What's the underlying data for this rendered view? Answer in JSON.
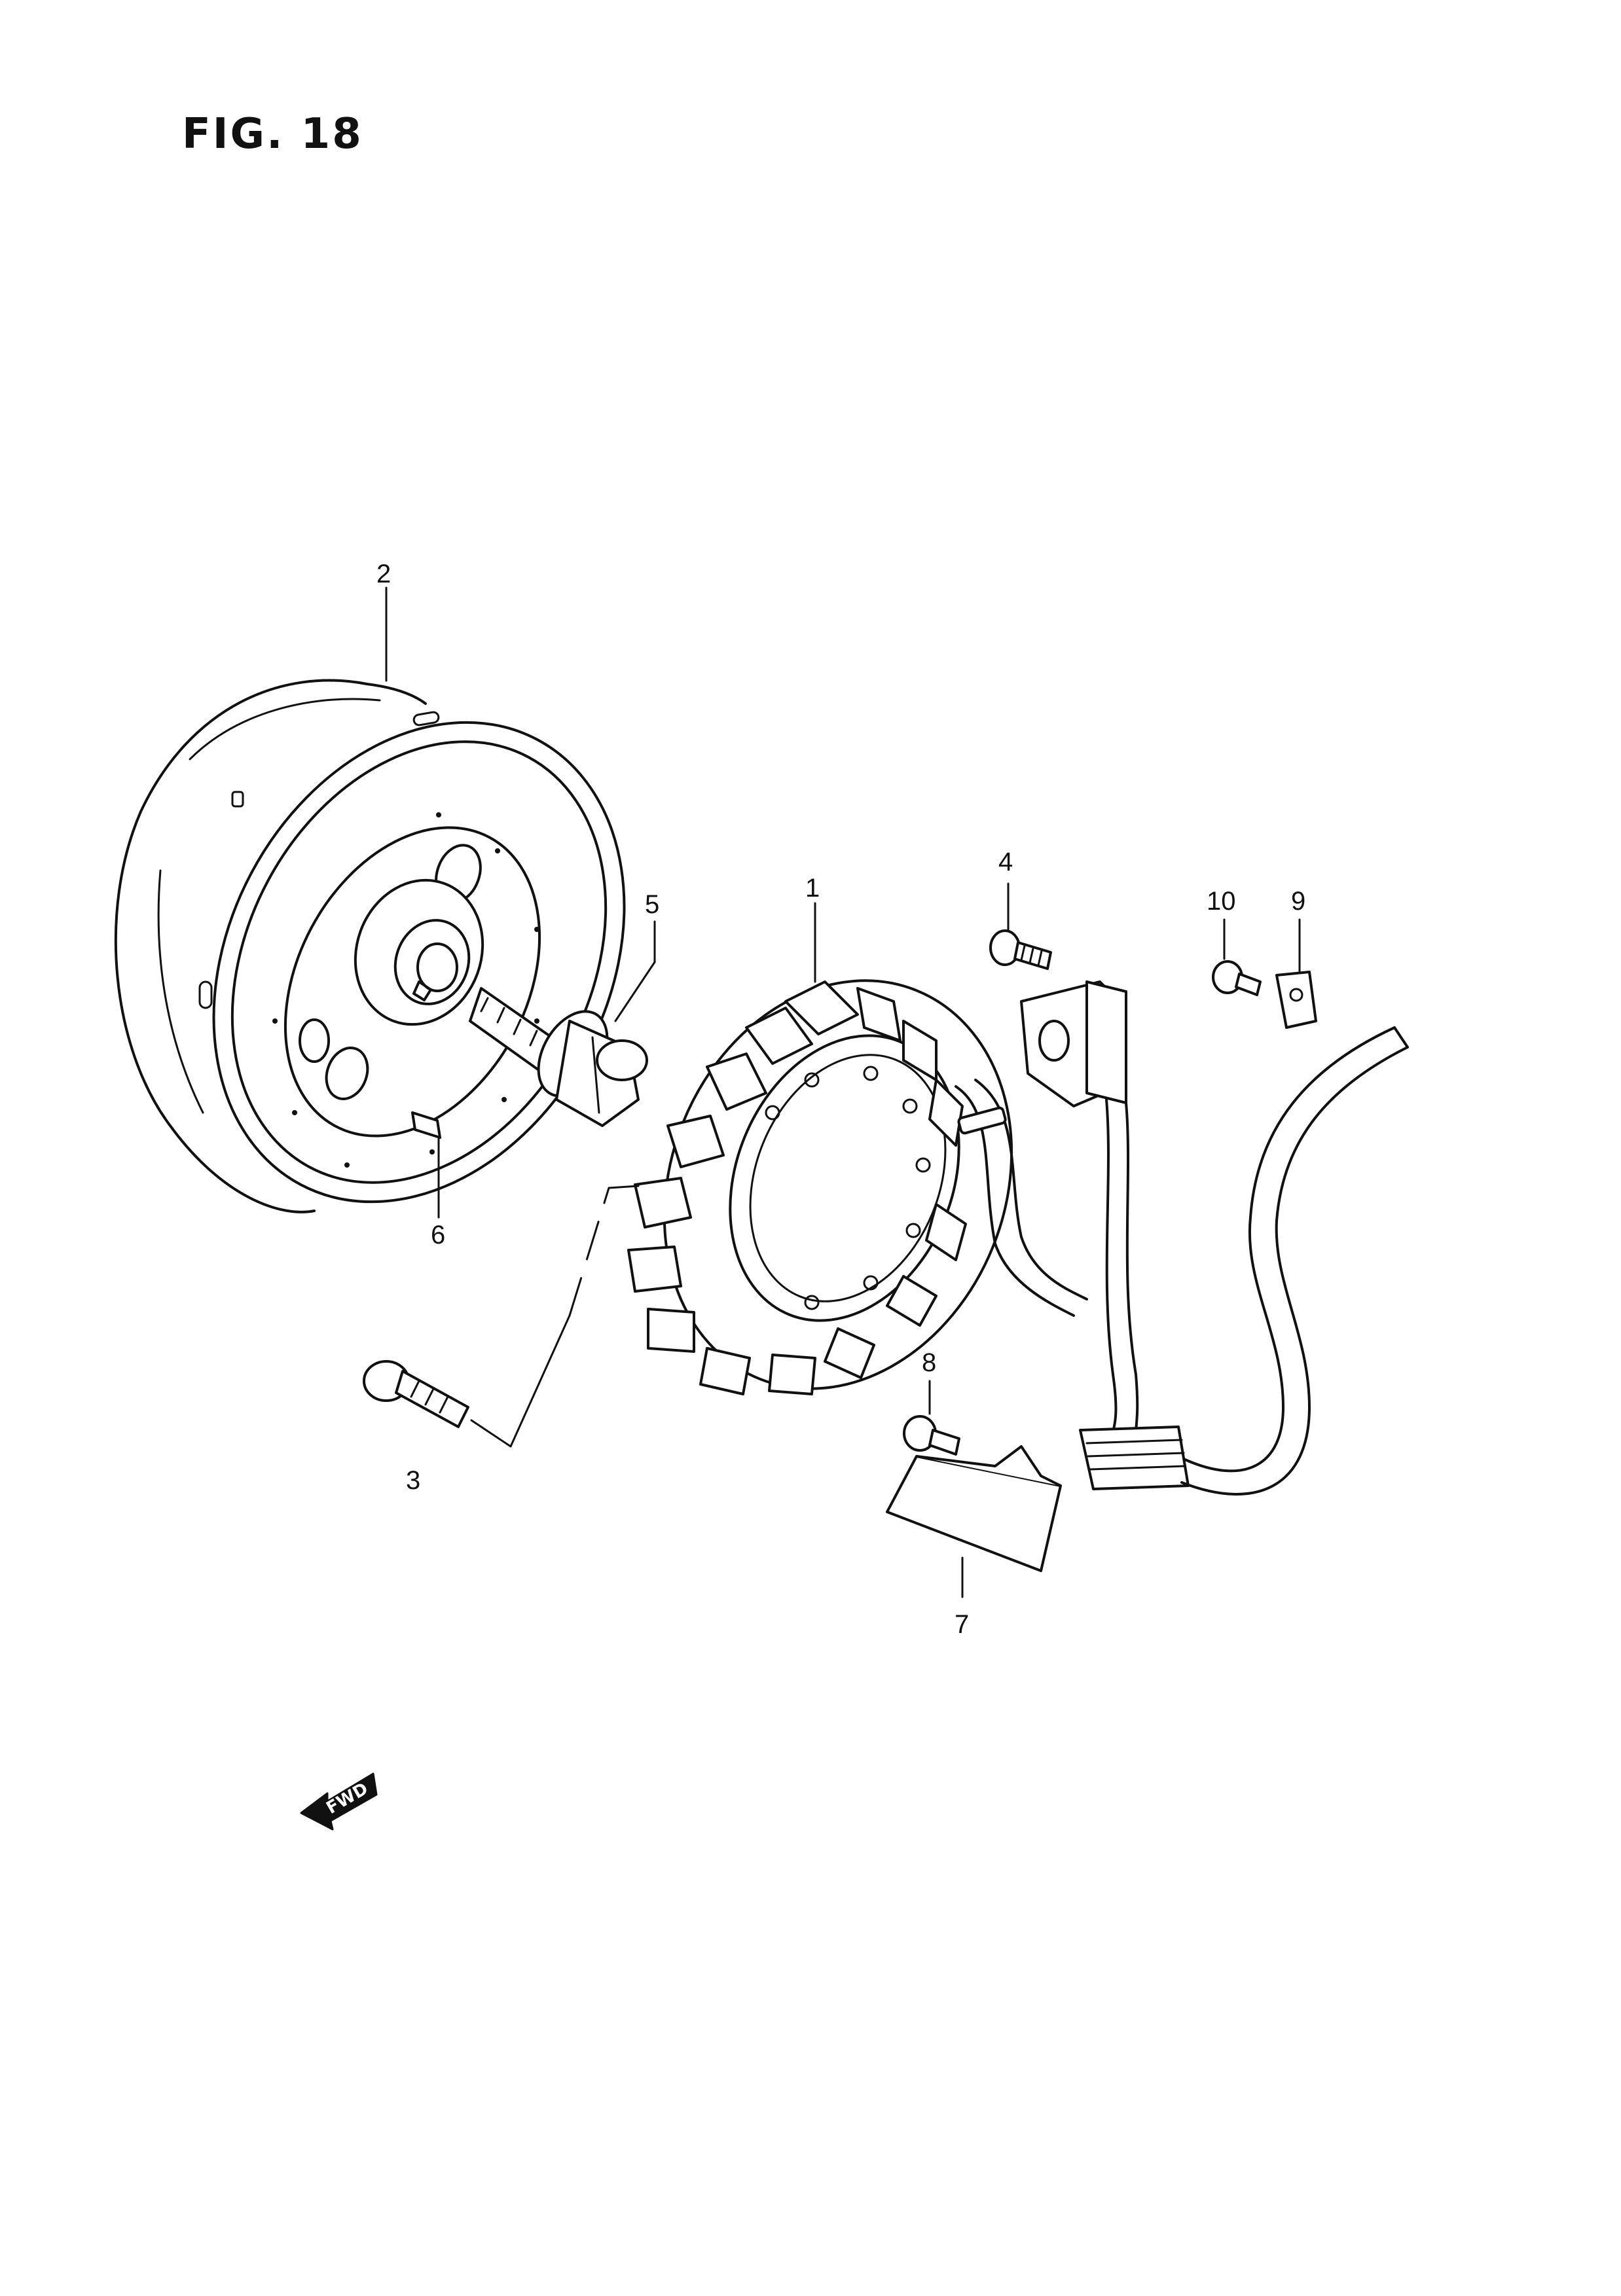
{
  "figure": {
    "title": "FIG. 18"
  },
  "callouts": [
    {
      "id": "1",
      "label": "1",
      "part": "stator"
    },
    {
      "id": "2",
      "label": "2",
      "part": "rotor"
    },
    {
      "id": "3",
      "label": "3",
      "part": "bolt"
    },
    {
      "id": "4",
      "label": "4",
      "part": "screw"
    },
    {
      "id": "5",
      "label": "5",
      "part": "rotor-bolt"
    },
    {
      "id": "6",
      "label": "6",
      "part": "key"
    },
    {
      "id": "7",
      "label": "7",
      "part": "clamp"
    },
    {
      "id": "8",
      "label": "8",
      "part": "screw"
    },
    {
      "id": "9",
      "label": "9",
      "part": "clamp"
    },
    {
      "id": "10",
      "label": "10",
      "part": "screw"
    }
  ],
  "fwd_indicator": {
    "label": "FWD"
  },
  "colors": {
    "line": "#111111",
    "background": "#ffffff"
  }
}
